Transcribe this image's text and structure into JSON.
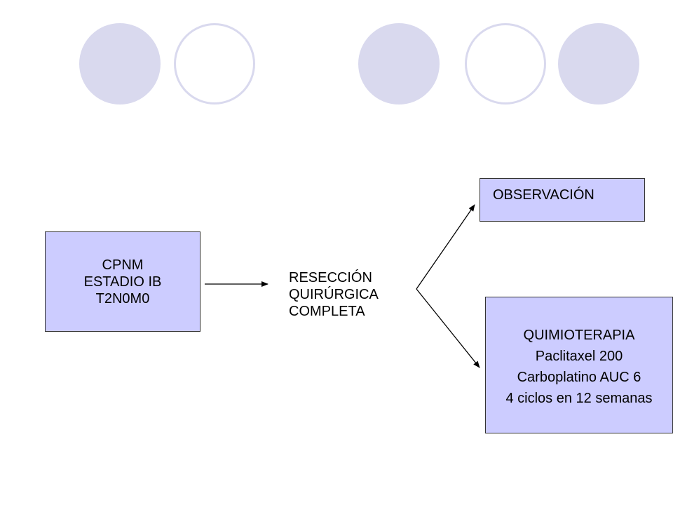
{
  "colors": {
    "box_fill": "#ccccff",
    "box_border": "#333333",
    "circle_fill": "#d9d9ee",
    "arrow": "#000000"
  },
  "decorations": {
    "circles": [
      "filled",
      "ring",
      "filled",
      "ring",
      "filled"
    ]
  },
  "diagram": {
    "start_box": {
      "lines": [
        "CPNM",
        "ESTADIO IB",
        "T2N0M0"
      ]
    },
    "middle_step": {
      "lines": [
        "RESECCIÓN",
        "QUIRÚRGICA",
        "COMPLETA"
      ]
    },
    "observation_box": {
      "label": "OBSERVACIÓN"
    },
    "chemo_box": {
      "lines": [
        "QUIMIOTERAPIA",
        "Paclitaxel 200",
        "Carboplatino AUC 6",
        "4 ciclos en 12 semanas"
      ]
    }
  }
}
